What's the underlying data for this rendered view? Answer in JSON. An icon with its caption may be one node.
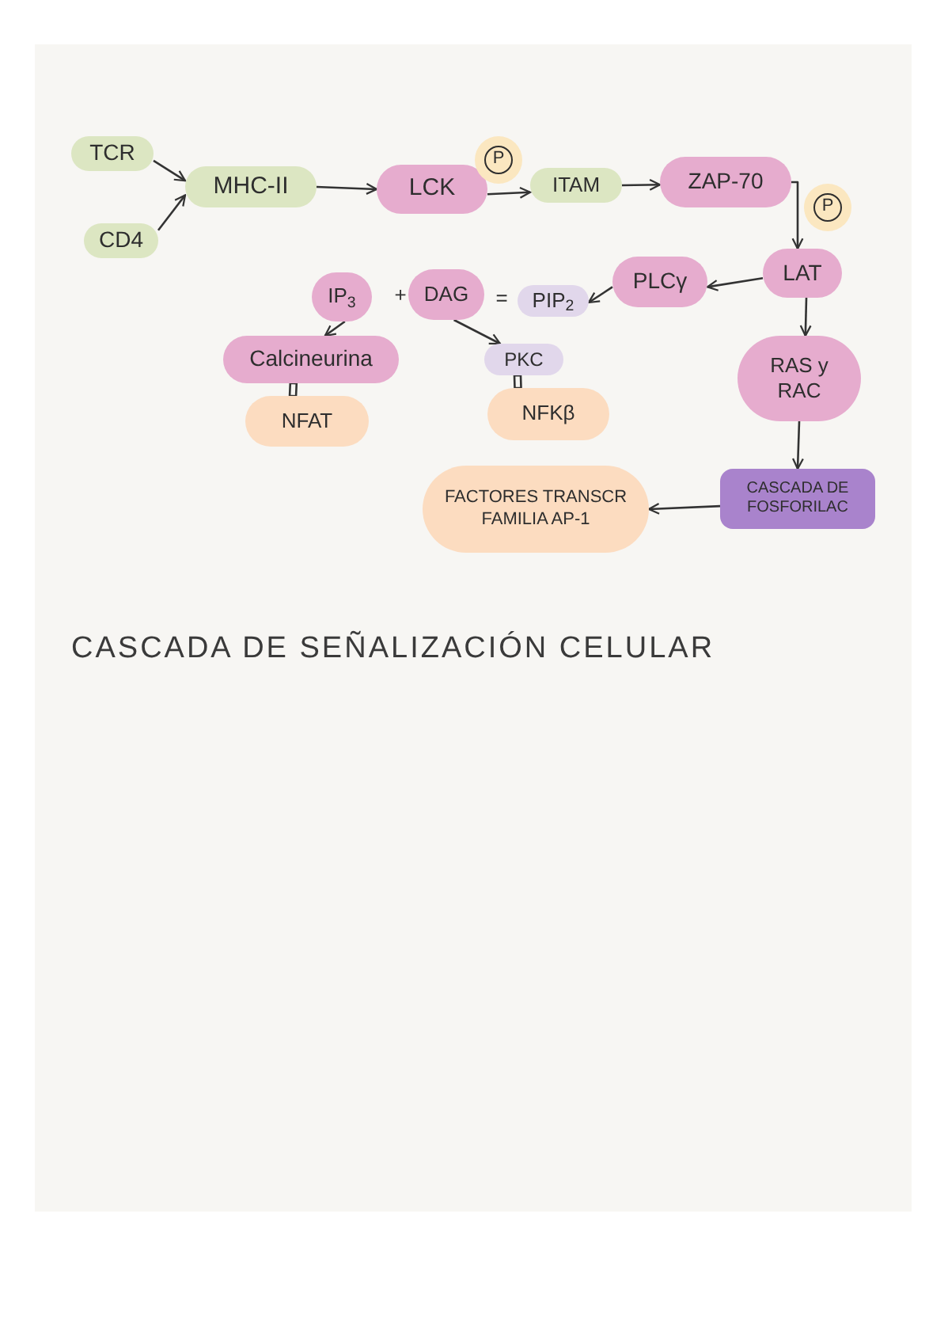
{
  "diagram": {
    "title": "CASCADA DE SEÑALIZACIÓN CELULAR",
    "nodes": [
      {
        "text": [
          "TCR"
        ]
      },
      {
        "text": [
          "CD4"
        ]
      },
      {
        "text": [
          "MHC-II"
        ]
      },
      {
        "text": [
          "LCK"
        ]
      },
      {
        "text": [
          "P"
        ]
      },
      {
        "text": [
          "ITAM"
        ]
      },
      {
        "text": [
          "ZAP-70"
        ]
      },
      {
        "text": [
          "P"
        ]
      },
      {
        "text": [
          "LAT"
        ]
      },
      {
        "text": [
          "IP$_{3}$"
        ]
      },
      {
        "text": [
          "DAG"
        ]
      },
      {
        "text": [
          "PIP$_{2}$"
        ]
      },
      {
        "text": [
          "PLCγ"
        ]
      },
      {
        "text": [
          "Calcineurina"
        ]
      },
      {
        "text": [
          "PKC"
        ]
      },
      {
        "text": [
          "RAS y RAC"
        ]
      },
      {
        "text": [
          "NFAT"
        ]
      },
      {
        "text": [
          "NFKβ"
        ]
      },
      {
        "text": [
          "FACTORES TRANSCR FAMILIA AP-1"
        ]
      },
      {
        "text": [
          "CASCADA DE FOSFORILAC"
        ]
      }
    ],
    "edges": [
      {
        "from": 0,
        "to": 2,
        "arrow": "to"
      },
      {
        "from": 1,
        "to": 2,
        "arrow": "to"
      },
      {
        "from": 2,
        "to": 3,
        "arrow": "to"
      },
      {
        "from": 3,
        "to": 5,
        "arrow": "to"
      },
      {
        "from": 5,
        "to": 6,
        "arrow": "to"
      },
      {
        "from": 6,
        "to": 8,
        "arrow": "to"
      },
      {
        "from": 8,
        "to": 12,
        "arrow": "to"
      },
      {
        "from": 12,
        "to": 11,
        "arrow": "to"
      },
      {
        "from": 9,
        "to": 13,
        "arrow": "to"
      },
      {
        "from": 10,
        "to": 14,
        "arrow": "to"
      },
      {
        "from": 13,
        "to": 16,
        "arrow": "none"
      },
      {
        "from": 14,
        "to": 17,
        "arrow": "none"
      },
      {
        "from": 8,
        "to": 15,
        "arrow": "to"
      },
      {
        "from": 15,
        "to": 19,
        "arrow": "to"
      },
      {
        "from": 19,
        "to": 18,
        "arrow": "to"
      }
    ],
    "labels": [
      "+",
      "="
    ]
  }
}
